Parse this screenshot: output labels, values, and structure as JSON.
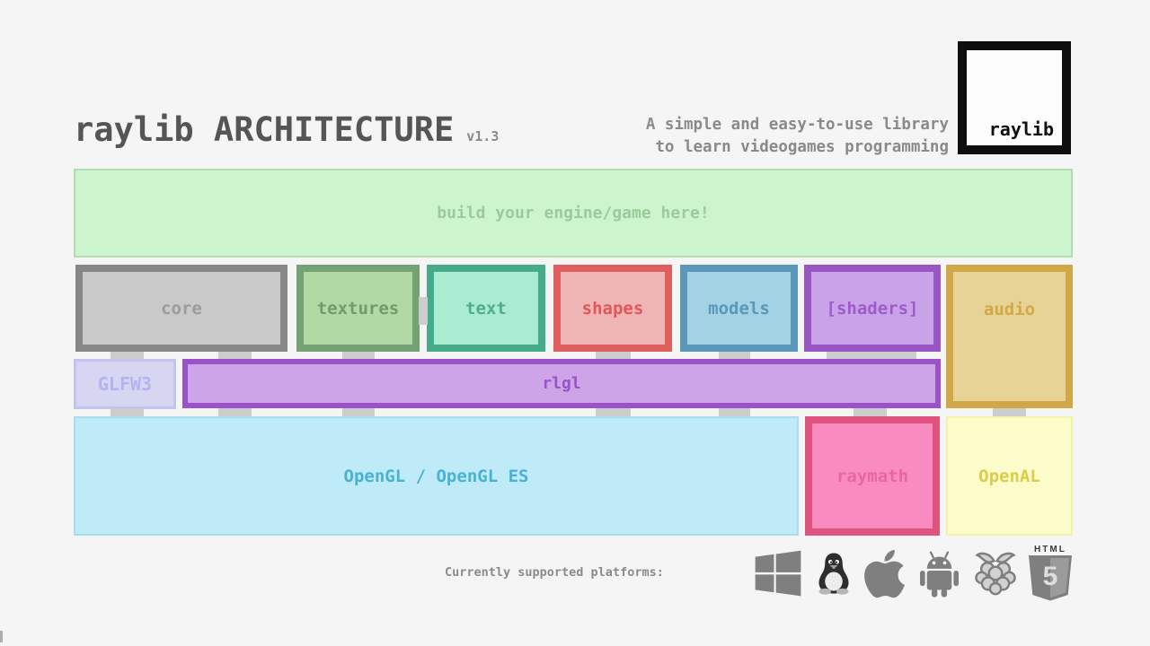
{
  "colors": {
    "background": "#f5f5f5",
    "connector": "#cdcdcd",
    "title_gray": "#555555",
    "muted_gray": "#8a8a8a",
    "logo_black": "#0e0e0e",
    "icon_gray": "#7f7f7f"
  },
  "header": {
    "title": "raylib ARCHITECTURE",
    "version": "v1.3",
    "tagline_line1": "A simple and easy-to-use library",
    "tagline_line2": "to learn videogames programming",
    "logo_text": "raylib"
  },
  "diagram": {
    "engine_box": {
      "label": "build your engine/game here!",
      "css": "background:#cdf5cd;border:2px solid #b0dcb0;color:#9bcb9b"
    },
    "modules": [
      {
        "id": "core",
        "label": "core",
        "css": "background:#c9c9c9;border:8px solid #878787;color:#9c9c9c"
      },
      {
        "id": "textures",
        "label": "textures",
        "css": "background:#b1d9a3;border:8px solid #74a274;color:#6f9b6f"
      },
      {
        "id": "text",
        "label": "text",
        "css": "background:#a9ecd1;border:8px solid #46ab8b;color:#4fae8e"
      },
      {
        "id": "shapes",
        "label": "shapes",
        "css": "background:#efb5b5;border:8px solid #df5f5f;color:#e05858"
      },
      {
        "id": "models",
        "label": "models",
        "css": "background:#a3d2e4;border:8px solid #5b97b8;color:#5b97b8"
      },
      {
        "id": "shaders",
        "label": "[shaders]",
        "css": "background:#c9a3e8;border:8px solid #9a55c4;color:#9d5bcc"
      },
      {
        "id": "audio",
        "label": "audio",
        "css": "background:#e6d395;border:8px solid #d0a847;color:#d2a945"
      }
    ],
    "glfw3": {
      "label": "GLFW3",
      "css": "background:#d6d6f2;border:3px solid #c3c3ee;color:#b3b3ef"
    },
    "rlgl": {
      "label": "rlgl",
      "css": "background:#cda4e8;border:6px solid #9b51c7;color:#9b51c7"
    },
    "opengl": {
      "label": "OpenGL / OpenGL ES",
      "css": "background:#bfeaf8;border:2px solid #a8ddef;color:#49b2d4"
    },
    "raymath": {
      "label": "raymath",
      "css": "background:#f98bc1;border:8px solid #e0537f;color:#e8679e"
    },
    "openal": {
      "label": "OpenAL",
      "css": "background:#fcfcca;border:2px solid #f2f2ab;color:#dccc49"
    }
  },
  "platforms": {
    "label": "Currently supported platforms:",
    "icons": [
      "windows-icon",
      "linux-icon",
      "apple-icon",
      "android-icon",
      "raspberry-pi-icon",
      "html5-icon"
    ],
    "html5_text": "HTML",
    "html5_number": "5"
  }
}
